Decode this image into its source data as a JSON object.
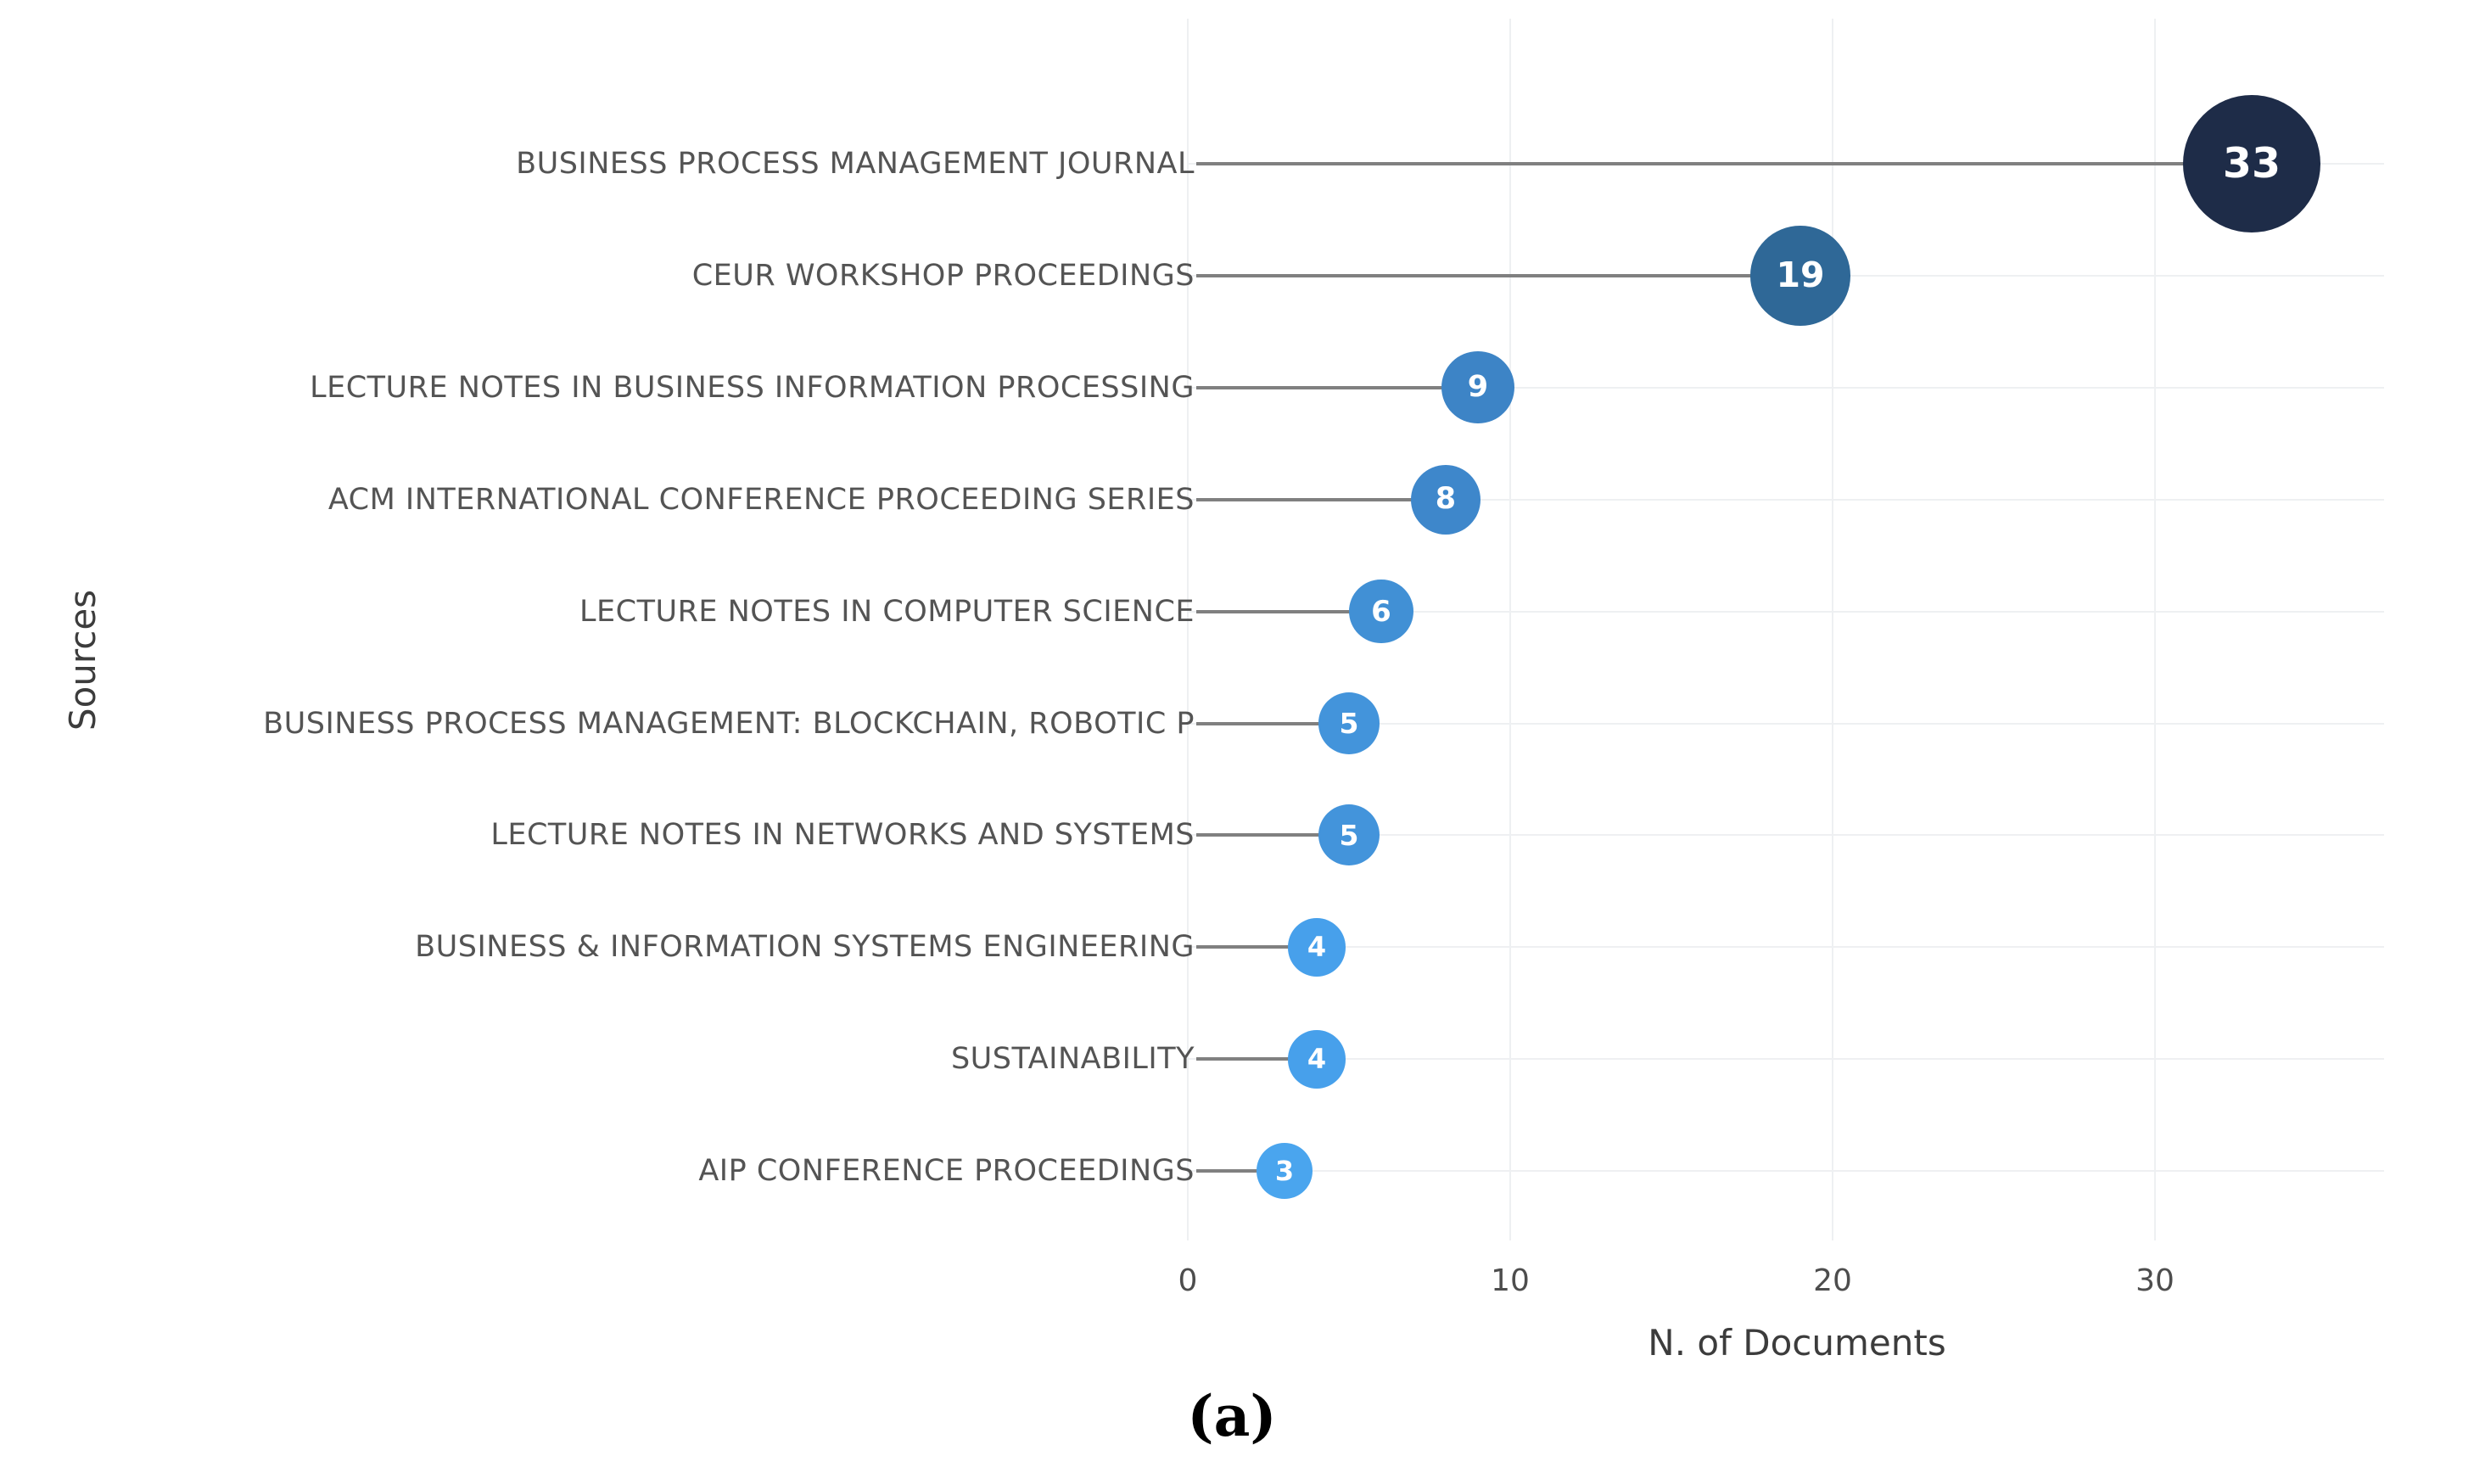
{
  "chart_data": {
    "type": "scatter",
    "variant": "lollipop",
    "xlabel": "N. of Documents",
    "ylabel": "Sources",
    "caption": "(a)",
    "xlim": [
      0,
      37
    ],
    "xticks": [
      0,
      10,
      20,
      30
    ],
    "grid": true,
    "legend": "none",
    "categories": [
      "BUSINESS PROCESS MANAGEMENT JOURNAL",
      "CEUR WORKSHOP PROCEEDINGS",
      "LECTURE NOTES IN BUSINESS INFORMATION PROCESSING",
      "ACM INTERNATIONAL CONFERENCE PROCEEDING SERIES",
      "LECTURE NOTES IN COMPUTER SCIENCE",
      "BUSINESS PROCESS MANAGEMENT: BLOCKCHAIN, ROBOTIC P",
      "LECTURE NOTES IN NETWORKS AND SYSTEMS",
      "BUSINESS & INFORMATION SYSTEMS ENGINEERING",
      "SUSTAINABILITY",
      "AIP CONFERENCE PROCEEDINGS"
    ],
    "values": [
      33,
      19,
      9,
      8,
      6,
      5,
      5,
      4,
      4,
      3
    ],
    "point_colors": [
      "#1e2c48",
      "#2f6897",
      "#3d84c6",
      "#3e87cb",
      "#4190d5",
      "#4394db",
      "#4394db",
      "#47a0eb",
      "#47a0eb",
      "#4aa5ee"
    ],
    "colors": {
      "leader_line": "#808080",
      "gridline": "#eef0f2",
      "category_label": "#545454",
      "tick_label": "#4d4d4d",
      "axis_title": "#3c3c3c",
      "bubble_text": "#ffffff",
      "background": "#ffffff"
    }
  }
}
